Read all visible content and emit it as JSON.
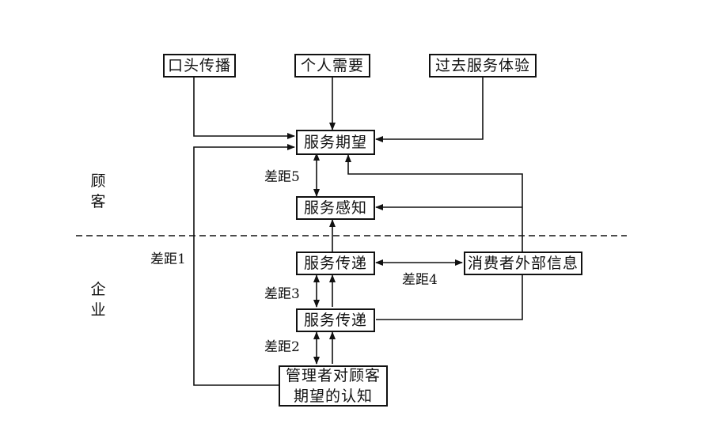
{
  "nodes": {
    "word_of_mouth": "口头传播",
    "personal_needs": "个人需要",
    "past_experience": "过去服务体验",
    "expected_service": "服务期望",
    "perceived_service": "服务感知",
    "service_delivery": "服务传递",
    "service_spec": "服务传递",
    "external_comm": "消费者外部信息",
    "mgmt_perception": [
      "管理者对顾客",
      "期望的认知"
    ]
  },
  "gaps": {
    "gap1": "差距1",
    "gap2": "差距2",
    "gap3": "差距3",
    "gap4": "差距4",
    "gap5": "差距5"
  },
  "zones": {
    "customer": [
      "顾",
      "客"
    ],
    "company": [
      "企",
      "业"
    ]
  },
  "colors": {
    "line": "#111111",
    "background": "#ffffff"
  }
}
